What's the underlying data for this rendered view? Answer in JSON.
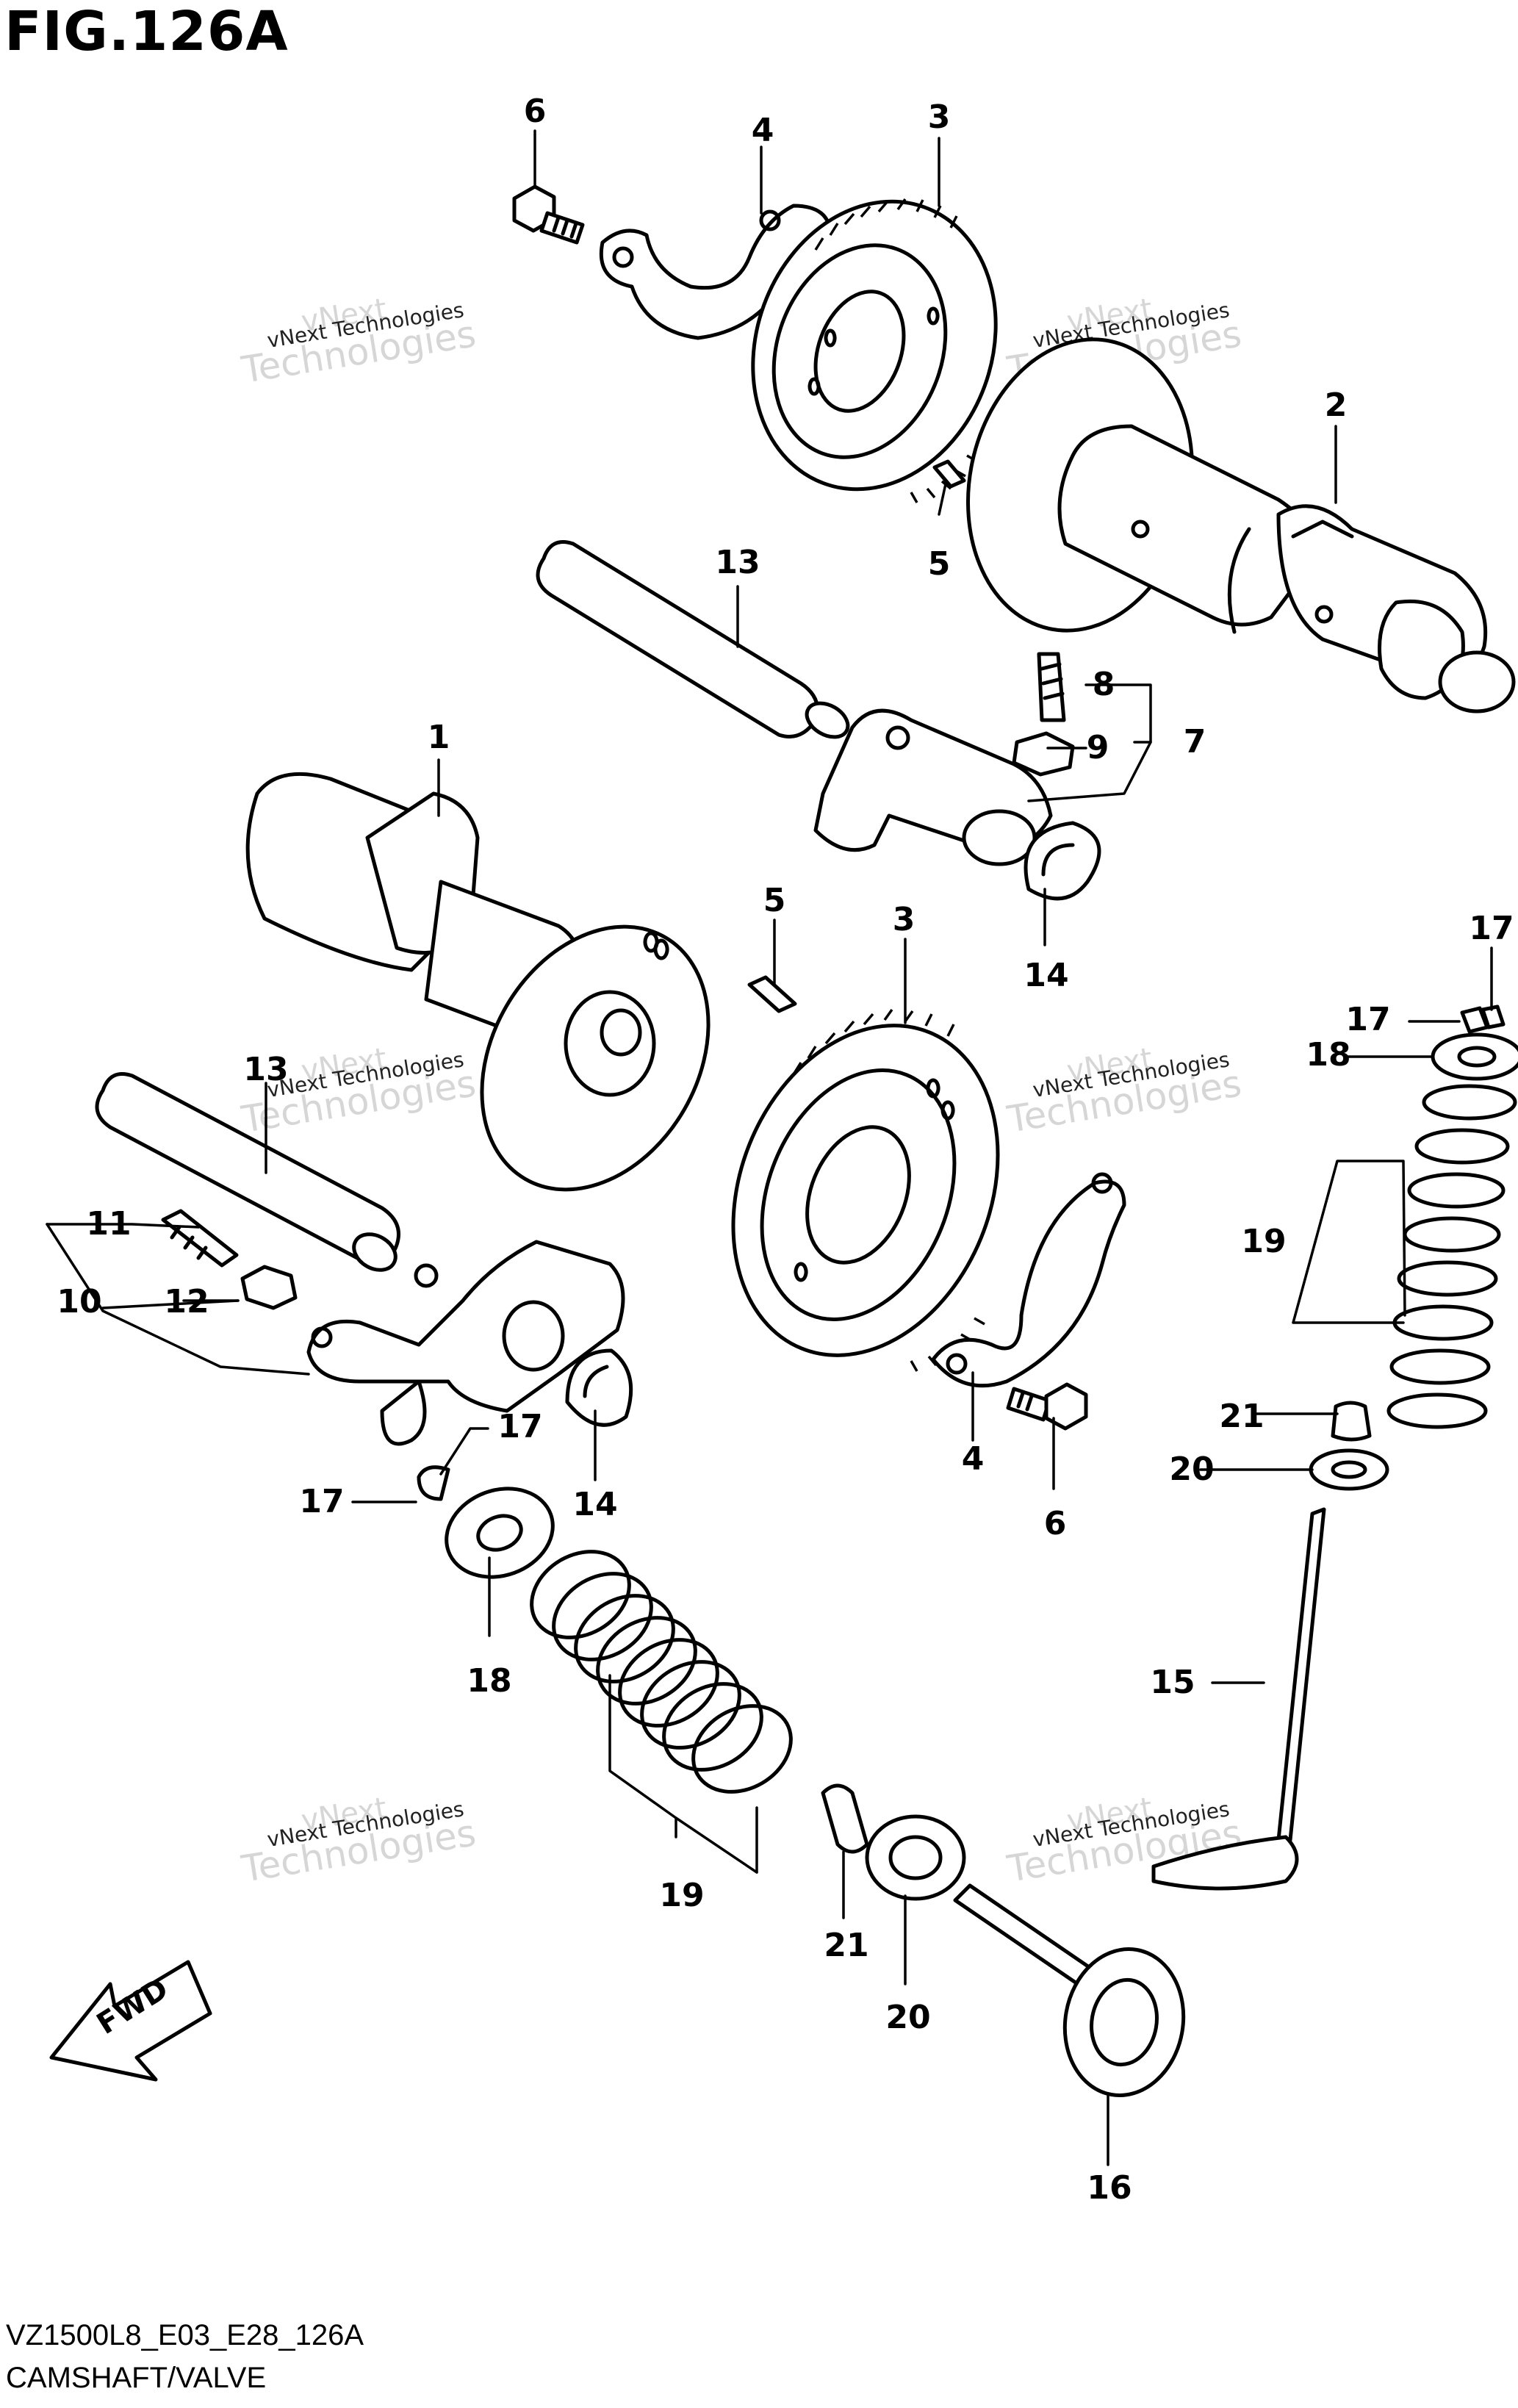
{
  "figure": {
    "title": "FIG.126A",
    "code": "VZ1500L8_E03_E28_126A",
    "name": "CAMSHAFT/VALVE",
    "fwd_label": "FWD"
  },
  "watermark": {
    "line1": "vNext",
    "line2": "vNext Technologies",
    "line3": "Technologies"
  },
  "callouts": [
    {
      "id": "c6a",
      "label": "6"
    },
    {
      "id": "c4a",
      "label": "4"
    },
    {
      "id": "c3a",
      "label": "3"
    },
    {
      "id": "c2",
      "label": "2"
    },
    {
      "id": "c5a",
      "label": "5"
    },
    {
      "id": "c13a",
      "label": "13"
    },
    {
      "id": "c8",
      "label": "8"
    },
    {
      "id": "c9",
      "label": "9"
    },
    {
      "id": "c7",
      "label": "7"
    },
    {
      "id": "c1",
      "label": "1"
    },
    {
      "id": "c14a",
      "label": "14"
    },
    {
      "id": "c5b",
      "label": "5"
    },
    {
      "id": "c3b",
      "label": "3"
    },
    {
      "id": "c17a",
      "label": "17"
    },
    {
      "id": "c17b",
      "label": "17"
    },
    {
      "id": "c18a",
      "label": "18"
    },
    {
      "id": "c13b",
      "label": "13"
    },
    {
      "id": "c11",
      "label": "11"
    },
    {
      "id": "c19a",
      "label": "19"
    },
    {
      "id": "c10",
      "label": "10"
    },
    {
      "id": "c12",
      "label": "12"
    },
    {
      "id": "c17c",
      "label": "17"
    },
    {
      "id": "c17d",
      "label": "17"
    },
    {
      "id": "c14b",
      "label": "14"
    },
    {
      "id": "c4b",
      "label": "4"
    },
    {
      "id": "c6b",
      "label": "6"
    },
    {
      "id": "c21a",
      "label": "21"
    },
    {
      "id": "c20a",
      "label": "20"
    },
    {
      "id": "c18b",
      "label": "18"
    },
    {
      "id": "c15",
      "label": "15"
    },
    {
      "id": "c19b",
      "label": "19"
    },
    {
      "id": "c21b",
      "label": "21"
    },
    {
      "id": "c20b",
      "label": "20"
    },
    {
      "id": "c16",
      "label": "16"
    }
  ]
}
